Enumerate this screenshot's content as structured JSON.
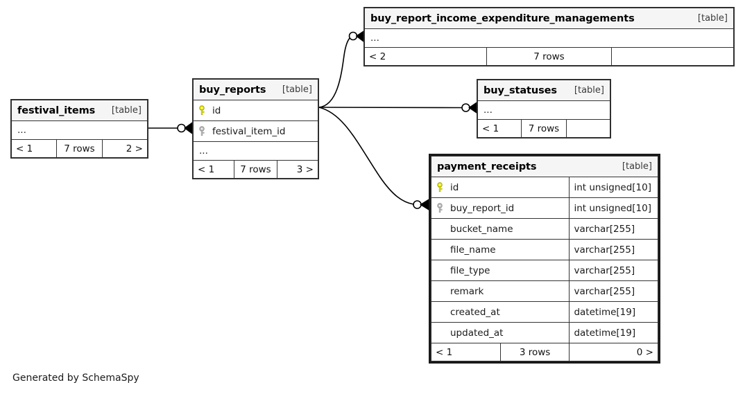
{
  "diagram": {
    "credit": "Generated by SchemaSpy",
    "kind_label": "[table]",
    "ellipsis": "..."
  },
  "icons": {
    "primary_key": "key-icon-primary",
    "foreign_key": "key-icon-foreign",
    "primary_key_color": "#e8e800",
    "foreign_key_color": "#b4b4b4"
  },
  "tables": {
    "festival_items": {
      "title": "festival_items",
      "kind": "[table]",
      "rows": [
        {
          "name": "...",
          "type": "",
          "key": ""
        }
      ],
      "footer": {
        "left": "< 1",
        "center": "7 rows",
        "right": "2 >"
      }
    },
    "buy_reports": {
      "title": "buy_reports",
      "kind": "[table]",
      "rows": [
        {
          "name": "id",
          "type": "",
          "key": "primary"
        },
        {
          "name": "festival_item_id",
          "type": "",
          "key": "foreign"
        },
        {
          "name": "...",
          "type": "",
          "key": ""
        }
      ],
      "footer": {
        "left": "< 1",
        "center": "7 rows",
        "right": "3 >"
      }
    },
    "buy_report_income_expenditure_managements": {
      "title": "buy_report_income_expenditure_managements",
      "kind": "[table]",
      "rows": [
        {
          "name": "...",
          "type": "",
          "key": ""
        }
      ],
      "footer": {
        "left": "< 2",
        "center": "7 rows",
        "right": ""
      }
    },
    "buy_statuses": {
      "title": "buy_statuses",
      "kind": "[table]",
      "rows": [
        {
          "name": "...",
          "type": "",
          "key": ""
        }
      ],
      "footer": {
        "left": "< 1",
        "center": "7 rows",
        "right": ""
      }
    },
    "payment_receipts": {
      "title": "payment_receipts",
      "kind": "[table]",
      "rows": [
        {
          "name": "id",
          "type": "int unsigned[10]",
          "key": "primary"
        },
        {
          "name": "buy_report_id",
          "type": "int unsigned[10]",
          "key": "foreign"
        },
        {
          "name": "bucket_name",
          "type": "varchar[255]",
          "key": ""
        },
        {
          "name": "file_name",
          "type": "varchar[255]",
          "key": ""
        },
        {
          "name": "file_type",
          "type": "varchar[255]",
          "key": ""
        },
        {
          "name": "remark",
          "type": "varchar[255]",
          "key": ""
        },
        {
          "name": "created_at",
          "type": "datetime[19]",
          "key": ""
        },
        {
          "name": "updated_at",
          "type": "datetime[19]",
          "key": ""
        }
      ],
      "footer": {
        "left": "< 1",
        "center": "3 rows",
        "right": "0 >"
      }
    }
  },
  "relationships": [
    {
      "name": "festival_items-to-buy_reports",
      "from": "festival_items",
      "to": "buy_reports"
    },
    {
      "name": "buy_reports-to-income_expenditure",
      "from": "buy_reports",
      "to": "buy_report_income_expenditure_managements"
    },
    {
      "name": "buy_reports-to-buy_statuses",
      "from": "buy_reports",
      "to": "buy_statuses"
    },
    {
      "name": "buy_reports-to-payment_receipts",
      "from": "buy_reports",
      "to": "payment_receipts"
    }
  ]
}
